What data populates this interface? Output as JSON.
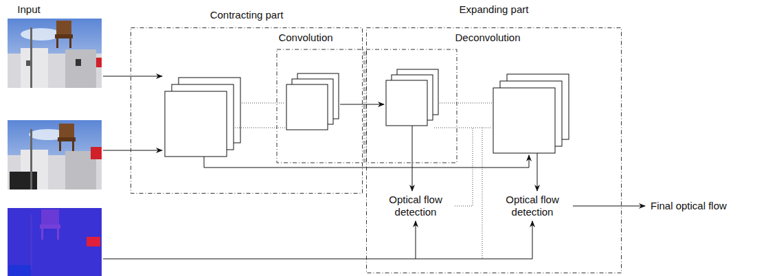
{
  "diagram": {
    "nodes": [
      {
        "text": [
          "Contracting part"
        ]
      },
      {
        "text": [
          "Expanding part"
        ]
      },
      {
        "text": [
          "Optical flow detection"
        ],
        "in": 1
      },
      {
        "text": [
          "Optical flow detection"
        ],
        "in": 1
      },
      {
        "text": [
          "Final optical flow"
        ]
      }
    ],
    "edges": [
      {
        "from": 3,
        "to": 4,
        "arrow": "to"
      }
    ],
    "labels": [
      "Input",
      "Convolution",
      "Deconvolution"
    ]
  }
}
